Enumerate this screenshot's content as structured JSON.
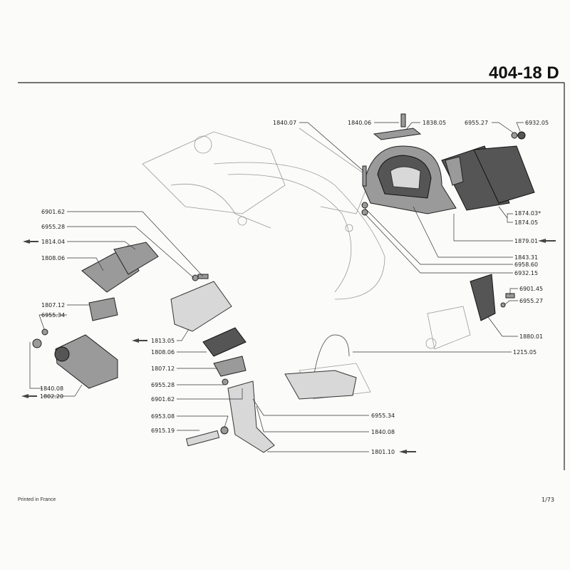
{
  "header": {
    "title": "404-18 D"
  },
  "footer": {
    "printed": "Printed in France",
    "page": "1/73"
  },
  "labels": {
    "p1840_07": "1840.07",
    "p1840_06": "1840.06",
    "p1838_05": "1838.05",
    "p6955_27a": "6955.27",
    "p6932_05": "6932.05",
    "p1874_03": "1874.03*",
    "p1874_05": "1874.05",
    "p1879_01": "1879.01",
    "p1843_31": "1843.31",
    "p6958_60": "6958.60",
    "p6932_15": "6932.15",
    "p6901_45": "6901.45",
    "p6955_27b": "6955.27",
    "p1880_01": "1880.01",
    "p1215_05": "1215.05",
    "p6901_62a": "6901.62",
    "p6955_28a": "6955.28",
    "p1814_04": "1814.04",
    "p1808_06a": "1808.06",
    "p1807_12a": "1807.12",
    "p6955_34a": "6955.34",
    "p1840_08a": "1840.08",
    "p1802_20": "1802.20",
    "p1813_05": "1813.05",
    "p1808_06b": "1808.06",
    "p1807_12b": "1807.12",
    "p6955_28b": "6955.28",
    "p6901_62b": "6901.62",
    "p6953_08": "6953.08",
    "p6915_19": "6915.19",
    "p6955_34b": "6955.34",
    "p1840_08b": "1840.08",
    "p1801_10": "1801.10"
  }
}
